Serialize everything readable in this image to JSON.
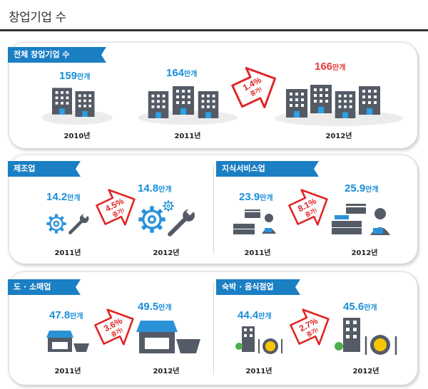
{
  "page_title": "창업기업 수",
  "total": {
    "label": "전체 창업기업 수",
    "items": [
      {
        "year": "2010년",
        "value": "159",
        "unit": "만개"
      },
      {
        "year": "2011년",
        "value": "164",
        "unit": "만개"
      },
      {
        "year": "2012년",
        "value": "166",
        "unit": "만개"
      }
    ],
    "increase": {
      "pct": "1.4%",
      "text": "증가!"
    }
  },
  "manufacturing": {
    "label": "제조업",
    "items": [
      {
        "year": "2011년",
        "value": "14.2",
        "unit": "만개"
      },
      {
        "year": "2012년",
        "value": "14.8",
        "unit": "만개"
      }
    ],
    "increase": {
      "pct": "4.5%",
      "text": "증가!"
    }
  },
  "knowledge": {
    "label": "지식서비스업",
    "items": [
      {
        "year": "2011년",
        "value": "23.9",
        "unit": "만개"
      },
      {
        "year": "2012년",
        "value": "25.9",
        "unit": "만개"
      }
    ],
    "increase": {
      "pct": "8.1%",
      "text": "증가!"
    }
  },
  "retail": {
    "label": "도 · 소매업",
    "items": [
      {
        "year": "2011년",
        "value": "47.8",
        "unit": "만개"
      },
      {
        "year": "2012년",
        "value": "49.5",
        "unit": "만개"
      }
    ],
    "increase": {
      "pct": "3.6%",
      "text": "증가!"
    }
  },
  "hospitality": {
    "label": "숙박 · 음식점업",
    "items": [
      {
        "year": "2011년",
        "value": "44.4",
        "unit": "만개"
      },
      {
        "year": "2012년",
        "value": "45.6",
        "unit": "만개"
      }
    ],
    "increase": {
      "pct": "2.7%",
      "text": "증가!"
    }
  },
  "colors": {
    "accent": "#1b7fc4",
    "value_blue": "#1a8ed8",
    "value_red": "#e23a3a",
    "arrow_red": "#e02424",
    "building": "#545b66"
  }
}
